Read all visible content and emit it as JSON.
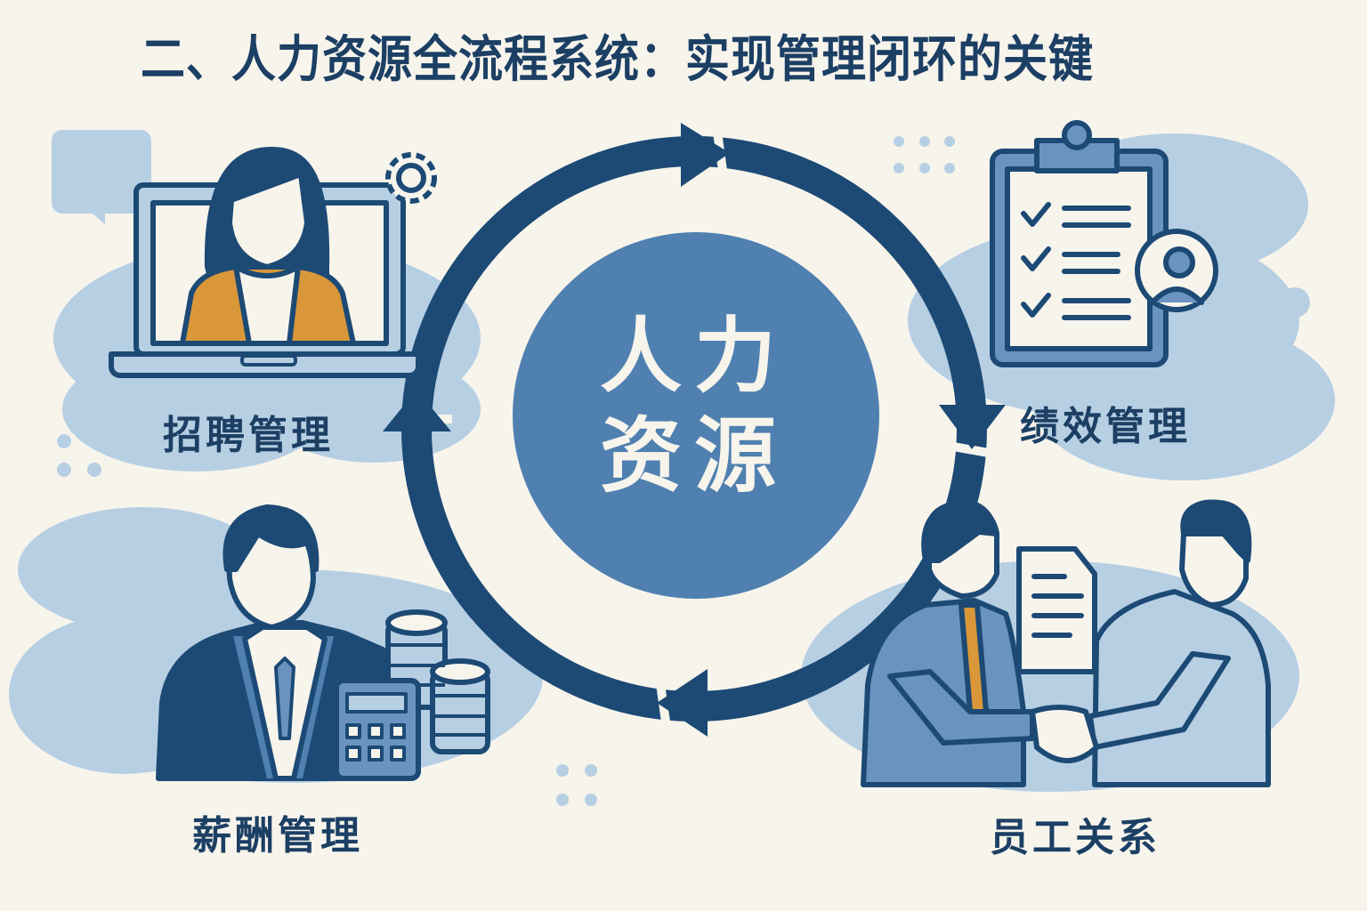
{
  "title": "二、人力资源全流程系统：实现管理闭环的关键",
  "center": {
    "line1": "人力",
    "line2": "资源"
  },
  "modules": [
    {
      "id": "recruitment",
      "label": "招聘管理",
      "icon": "laptop-woman-gear-icon",
      "position": "top-left"
    },
    {
      "id": "performance",
      "label": "绩效管理",
      "icon": "clipboard-checklist-user-icon",
      "position": "top-right"
    },
    {
      "id": "compensation",
      "label": "薪酬管理",
      "icon": "businessman-calculator-coins-icon",
      "position": "bottom-left"
    },
    {
      "id": "employee_relations",
      "label": "员工关系",
      "icon": "handshake-document-icon",
      "position": "bottom-right"
    }
  ],
  "cycle": {
    "direction": "clockwise",
    "arrows": 4
  },
  "colors": {
    "background": "#f7f4ec",
    "primary_dark": "#1c4a75",
    "center_fill": "#4f80b0",
    "cloud": "#b7cfe3",
    "accent_orange": "#d9973a",
    "text": "#1c3f64"
  }
}
